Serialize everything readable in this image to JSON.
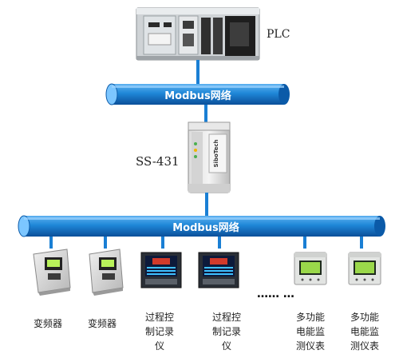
{
  "plc_label": "PLC",
  "gateway_label": "SS-431",
  "gateway_brand": "SiboTech",
  "top_bus_label": "Modbus网络",
  "bottom_bus_label": "Modbus网络",
  "ellipsis": "…… …",
  "colors": {
    "bus_fill": "#1f87d8",
    "bus_dark": "#0b5aa8",
    "bus_highlight": "#7cc6ff",
    "connector": "#1a7fd4",
    "lcd_green": "#b9f25a",
    "recorder_screen": "#d23a2a"
  },
  "devices": [
    {
      "type": "inverter",
      "icon": "inverter-icon",
      "label_lines": [
        "变频器"
      ]
    },
    {
      "type": "inverter",
      "icon": "inverter-icon",
      "label_lines": [
        "变频器"
      ]
    },
    {
      "type": "recorder",
      "icon": "process-recorder-icon",
      "label_lines": [
        "过程控",
        "制记录",
        "仪"
      ]
    },
    {
      "type": "recorder",
      "icon": "process-recorder-icon",
      "label_lines": [
        "过程控",
        "制记录",
        "仪"
      ]
    },
    {
      "type": "meter",
      "icon": "power-meter-icon",
      "label_lines": [
        "多功能",
        "电能监",
        "测仪表"
      ]
    },
    {
      "type": "meter",
      "icon": "power-meter-icon",
      "label_lines": [
        "多功能",
        "电能监",
        "测仪表"
      ]
    }
  ]
}
